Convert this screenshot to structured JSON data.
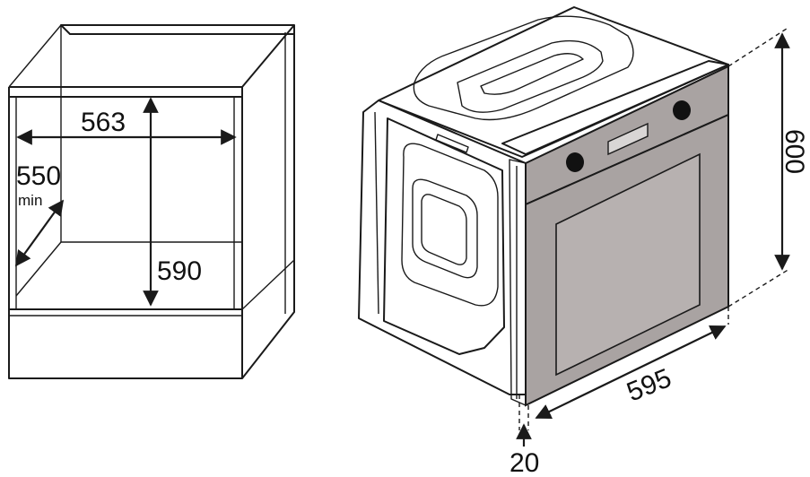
{
  "cabinet": {
    "width_label": "563",
    "depth_label": "550",
    "depth_note": "min",
    "height_label": "590"
  },
  "oven": {
    "height_label": "600",
    "width_label": "595",
    "offset_label": "20"
  },
  "colors": {
    "line": "#1a1a1a",
    "panel": "#a9a3a2",
    "glass": "#b7b1b0",
    "knob": "#111111"
  }
}
